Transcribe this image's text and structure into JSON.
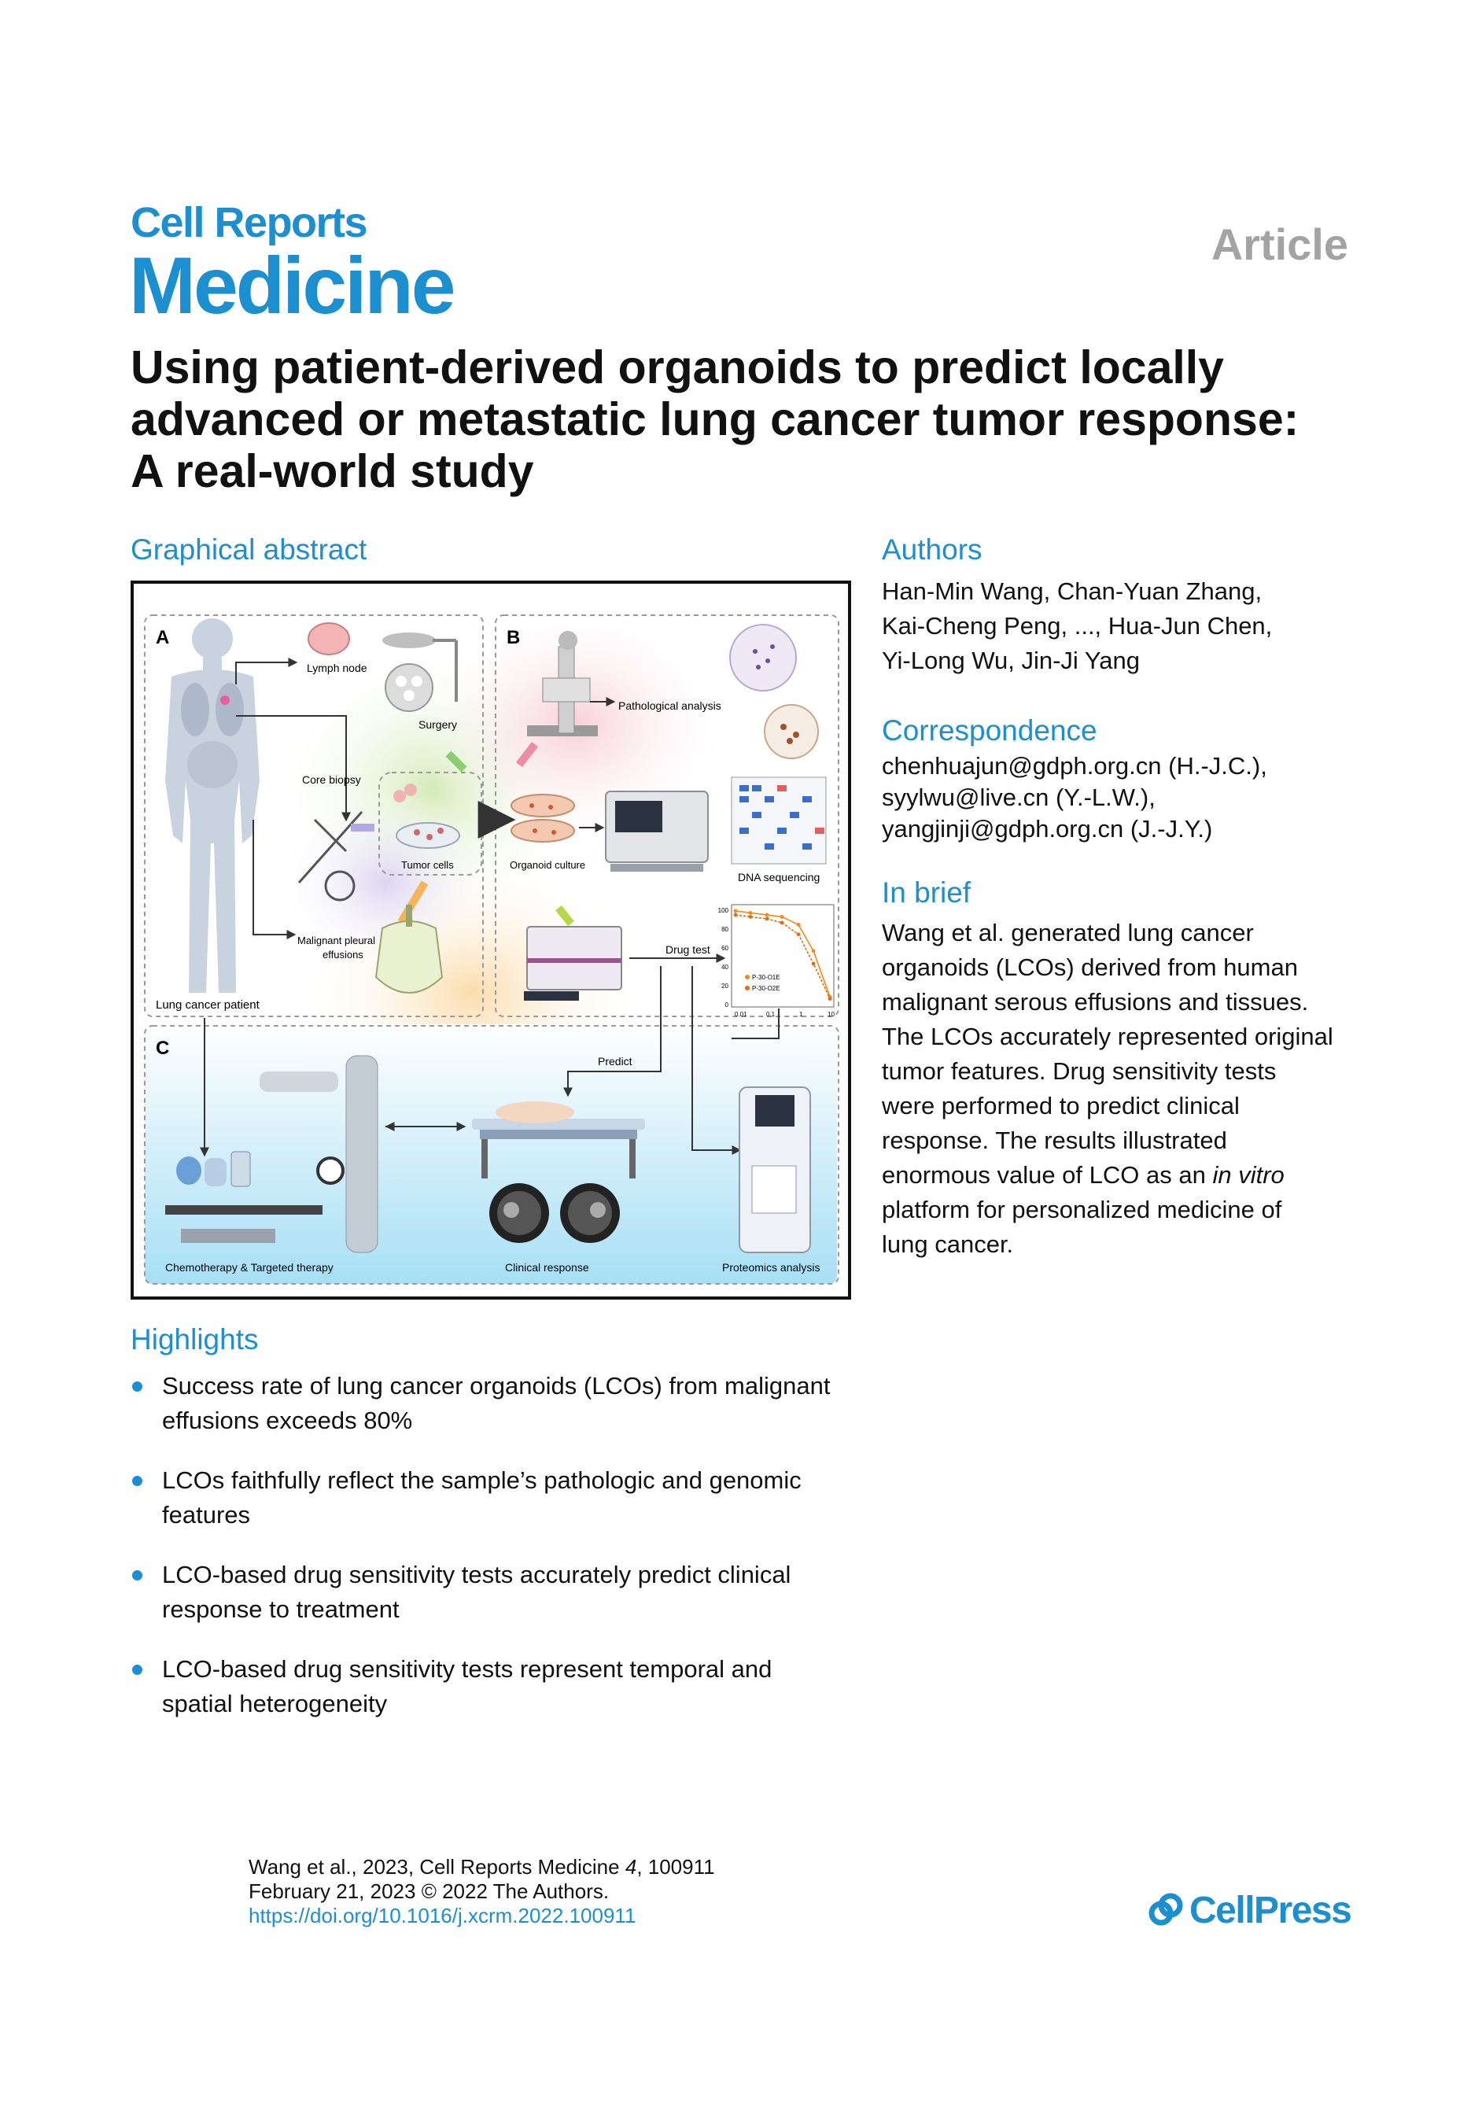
{
  "header": {
    "journal_line1": "Cell Reports",
    "journal_line2": "Medicine",
    "article_type": "Article"
  },
  "title_lines": [
    "Using patient-derived organoids to predict locally",
    "advanced or metastatic lung cancer tumor response:",
    "A real-world study"
  ],
  "graphical_abstract": {
    "heading": "Graphical abstract",
    "panels": {
      "a": "A",
      "b": "B",
      "c": "C"
    },
    "labels": {
      "lymph_node": "Lymph node",
      "surgery": "Surgery",
      "core_biopsy": "Core biopsy",
      "tumor_cells": "Tumor cells",
      "organoid_culture": "Organoid culture",
      "malignant_pleural_1": "Malignant pleural",
      "malignant_pleural_2": "effusions",
      "lung_cancer_patient": "Lung cancer patient",
      "pathological_analysis": "Pathological analysis",
      "dna_sequencing": "DNA sequencing",
      "drug_test": "Drug test",
      "predict": "Predict",
      "chemotherapy": "Chemotherapy & Targeted therapy",
      "clinical_response": "Clinical response",
      "proteomics": "Proteomics analysis"
    },
    "mini_chart": {
      "legend": [
        "P-30-O1E",
        "P-30-O2E"
      ],
      "y_ticks": [
        "100",
        "80",
        "60",
        "40",
        "20",
        "0"
      ],
      "x_ticks": [
        "0.01",
        "0.1",
        "1",
        "10"
      ]
    }
  },
  "chart_data": {
    "type": "line",
    "title": "",
    "xlabel": "",
    "ylabel": "",
    "x_scale": "log",
    "xlim": [
      0.01,
      10
    ],
    "ylim": [
      0,
      100
    ],
    "x": [
      0.01,
      0.03,
      0.1,
      0.3,
      1,
      3,
      10
    ],
    "series": [
      {
        "name": "P-30-O1E",
        "values": [
          96,
          94,
          92,
          90,
          82,
          55,
          8
        ]
      },
      {
        "name": "P-30-O2E",
        "values": [
          92,
          90,
          88,
          84,
          72,
          42,
          6
        ]
      }
    ],
    "colors": [
      "#f28a1c",
      "#e86a10"
    ]
  },
  "authors": {
    "heading": "Authors",
    "lines": [
      "Han-Min Wang, Chan-Yuan Zhang,",
      "Kai-Cheng Peng, ..., Hua-Jun Chen,",
      "Yi-Long Wu, Jin-Ji Yang"
    ]
  },
  "correspondence": {
    "heading": "Correspondence",
    "lines": [
      "chenhuajun@gdph.org.cn (H.-J.C.),",
      "syylwu@live.cn (Y.-L.W.),",
      "yangjinji@gdph.org.cn (J.-J.Y.)"
    ]
  },
  "in_brief": {
    "heading": "In brief",
    "lines": [
      "Wang et al. generated lung cancer",
      "organoids (LCOs) derived from human",
      "malignant serous effusions and tissues.",
      "The LCOs accurately represented original",
      "tumor features. Drug sensitivity tests",
      "were performed to predict clinical",
      "response. The results illustrated"
    ],
    "line8_before": "enormous value of LCO as an ",
    "line8_italic": "in vitro",
    "lines_after": [
      "platform for personalized medicine of",
      "lung cancer."
    ]
  },
  "highlights": {
    "heading": "Highlights",
    "items": [
      {
        "line1": "Success rate of lung cancer organoids (LCOs) from malignant",
        "line2": "effusions exceeds 80%"
      },
      {
        "line1": "LCOs faithfully reflect the sample’s pathologic and genomic",
        "line2": "features"
      },
      {
        "line1": "LCO-based drug sensitivity tests accurately predict clinical",
        "line2": "response to treatment"
      },
      {
        "line1": "LCO-based drug sensitivity tests represent temporal and",
        "line2": "spatial heterogeneity"
      }
    ]
  },
  "footer": {
    "citation_before": "Wang et al., 2023, Cell Reports Medicine ",
    "citation_volume": "4",
    "citation_after": ", 100911",
    "date_line": "February 21, 2023 © 2022 The Authors.",
    "doi": "https://doi.org/10.1016/j.xcrm.2022.100911",
    "publisher": "CellPress"
  },
  "colors": {
    "accent": "#1b8fd0",
    "article_type": "#a3a3a3",
    "chart_orange": "#f28a1c"
  }
}
